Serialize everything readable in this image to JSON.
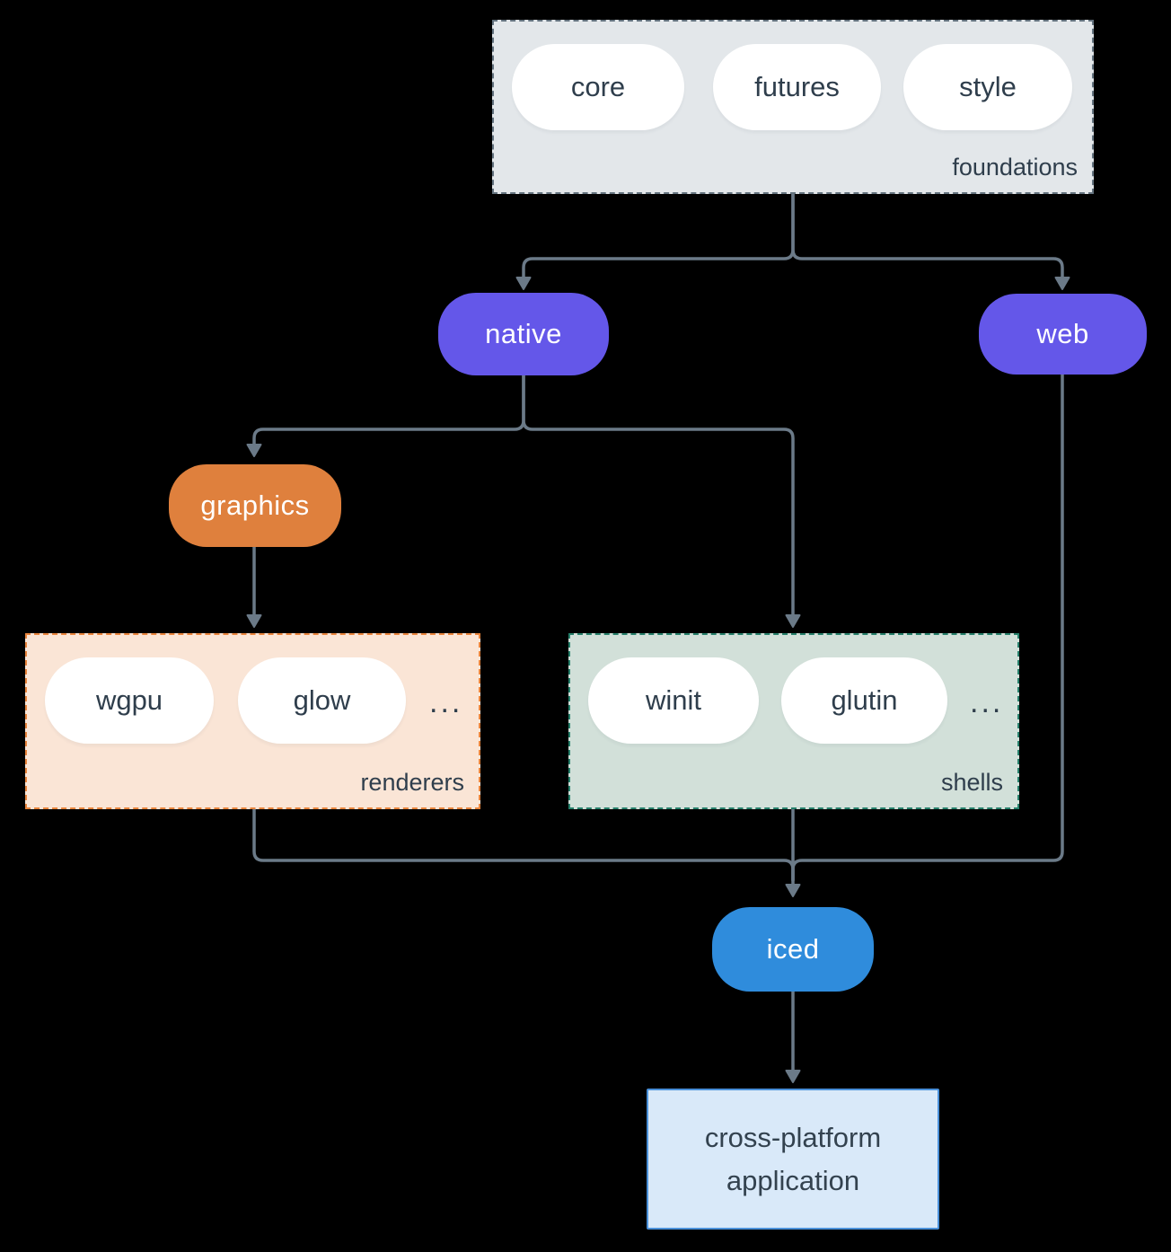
{
  "colors": {
    "background": "#000000",
    "connector": "#6b7a88",
    "text_dark": "#2f3e4c",
    "node_purple": "#6457e9",
    "node_orange": "#df803d",
    "node_blue": "#2f8cdc",
    "foundations_bg": "#e3e7ea",
    "foundations_border": "#64737f",
    "renderers_bg": "#fae5d6",
    "renderers_border": "#e8843c",
    "shells_bg": "#d2e0d9",
    "shells_border": "#26806b",
    "app_bg": "#d9e9f9",
    "app_border": "#4a90d9",
    "pill_bg": "#ffffff"
  },
  "foundations": {
    "label": "foundations",
    "pills": [
      "core",
      "futures",
      "style"
    ]
  },
  "nodes": {
    "native": "native",
    "web": "web",
    "graphics": "graphics",
    "iced": "iced"
  },
  "renderers": {
    "label": "renderers",
    "pills": [
      "wgpu",
      "glow"
    ],
    "more": "..."
  },
  "shells": {
    "label": "shells",
    "pills": [
      "winit",
      "glutin"
    ],
    "more": "..."
  },
  "app": {
    "line1": "cross-platform",
    "line2": "application"
  }
}
